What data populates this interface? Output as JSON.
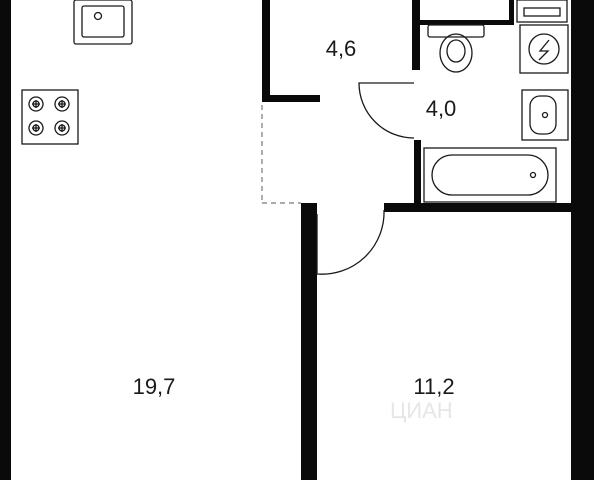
{
  "floor_plan": {
    "rooms": [
      {
        "id": "living",
        "area": "19,7"
      },
      {
        "id": "bedroom",
        "area": "11,2"
      },
      {
        "id": "storage",
        "area": "4,6"
      },
      {
        "id": "bathroom",
        "area": "4,0"
      }
    ],
    "watermark": "ЦИАН",
    "colors": {
      "wall": "#0a0a0a",
      "line": "#1a1a1a",
      "dash": "#777777",
      "background": "#ffffff"
    }
  }
}
